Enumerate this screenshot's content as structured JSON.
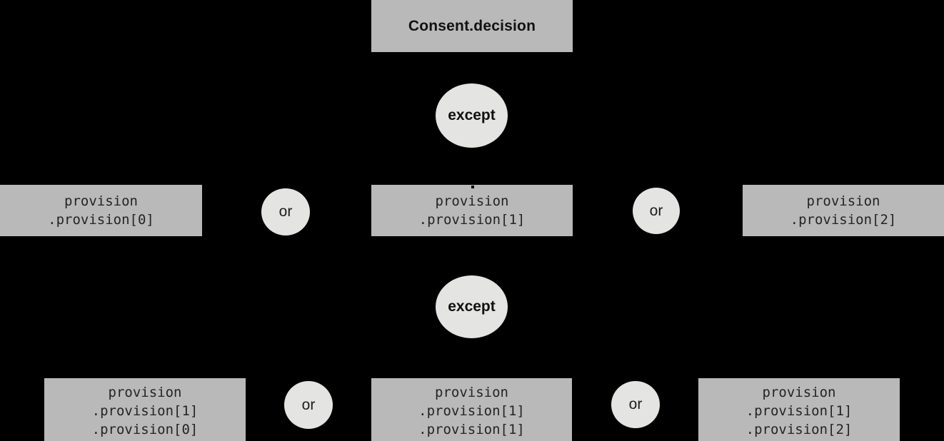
{
  "diagram": {
    "root": {
      "label": "Consent.decision"
    },
    "except_top": {
      "label": "except"
    },
    "except_bottom": {
      "label": "except"
    },
    "or_top_left": {
      "label": "or"
    },
    "or_top_right": {
      "label": "or"
    },
    "or_bottom_left": {
      "label": "or"
    },
    "or_bottom_right": {
      "label": "or"
    },
    "row1": {
      "left": {
        "lines": [
          "provision",
          ".provision[0]"
        ]
      },
      "middle": {
        "lines": [
          "provision",
          ".provision[1]"
        ]
      },
      "right": {
        "lines": [
          "provision",
          ".provision[2]"
        ]
      }
    },
    "row2": {
      "left": {
        "lines": [
          "provision",
          ".provision[1]",
          ".provision[0]"
        ]
      },
      "middle": {
        "lines": [
          "provision",
          ".provision[1]",
          ".provision[1]"
        ]
      },
      "right": {
        "lines": [
          "provision",
          ".provision[1]",
          ".provision[2]"
        ]
      }
    },
    "colors": {
      "background": "#000000",
      "box_fill": "#b9b9b9",
      "ellipse_fill": "#e4e4e2",
      "text": "#1d1d1d"
    }
  }
}
